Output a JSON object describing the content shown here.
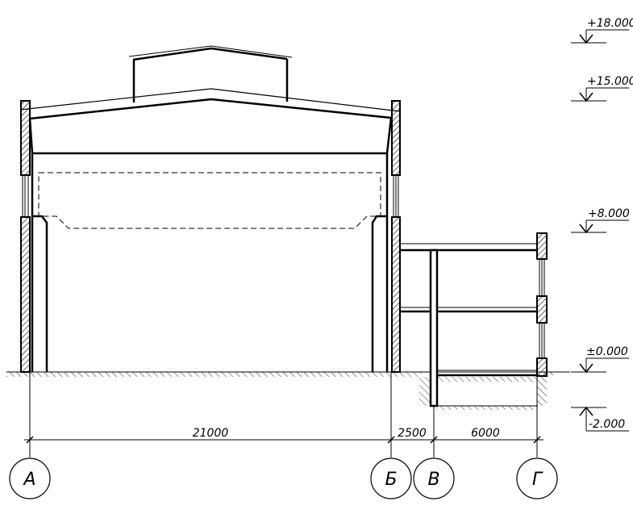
{
  "elevations": {
    "e18": "+18.000",
    "e15": "+15.000",
    "e8": "+8.000",
    "e0": "±0.000",
    "em2": "-2.000"
  },
  "dimensions": {
    "span_ab": "21000",
    "span_bv": "2500",
    "span_vg": "6000"
  },
  "axes": {
    "a": "А",
    "b": "Б",
    "v": "В",
    "g": "Г"
  },
  "colors": {
    "line": "#000000",
    "background": "#ffffff"
  }
}
